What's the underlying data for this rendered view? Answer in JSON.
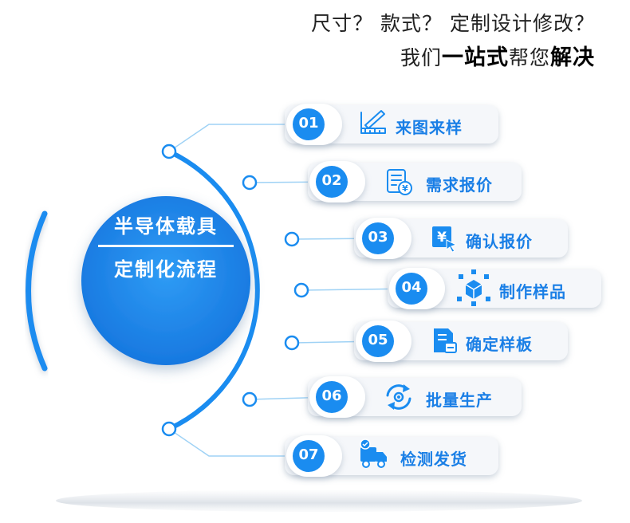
{
  "header": {
    "line1": "尺寸？ 款式？ 定制设计修改？",
    "line2_prefix": "我们",
    "line2_bold1": "一站式",
    "line2_mid": "帮您",
    "line2_bold2": "解决"
  },
  "center": {
    "title_line1": "半导体载具",
    "title_line2": "定制化流程"
  },
  "colors": {
    "accent": "#1a8cf0",
    "accent_dark": "#1473d6",
    "card": "#f5f7fa",
    "line": "#9fd2f5"
  },
  "steps": [
    {
      "number": "01",
      "label": "来图来样",
      "icon": "ruler-pencil-icon"
    },
    {
      "number": "02",
      "label": "需求报价",
      "icon": "quote-document-icon"
    },
    {
      "number": "03",
      "label": "确认报价",
      "icon": "confirm-price-icon"
    },
    {
      "number": "04",
      "label": "制作样品",
      "icon": "make-sample-icon"
    },
    {
      "number": "05",
      "label": "确定样板",
      "icon": "confirm-template-icon"
    },
    {
      "number": "06",
      "label": "批量生产",
      "icon": "mass-production-icon"
    },
    {
      "number": "07",
      "label": "检测发货",
      "icon": "inspect-ship-icon"
    }
  ]
}
